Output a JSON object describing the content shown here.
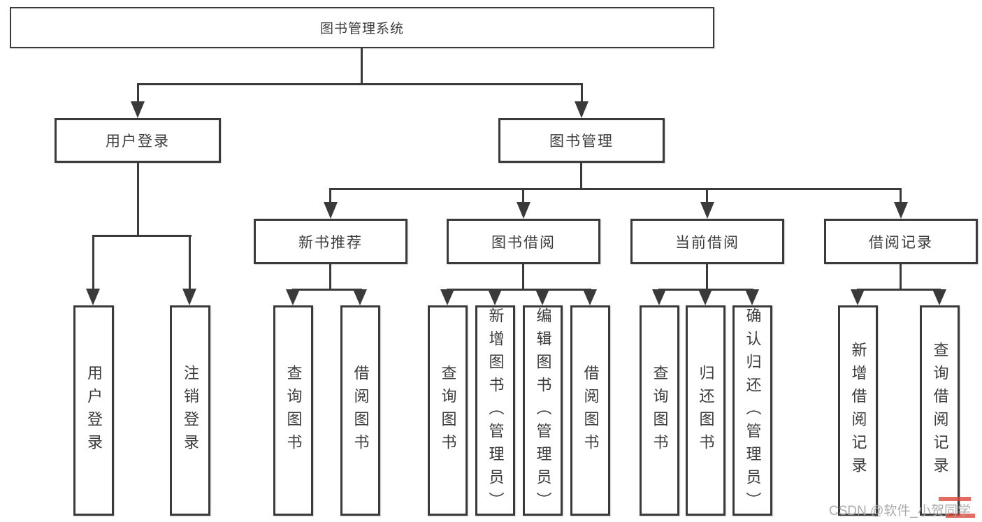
{
  "diagram": {
    "root": {
      "label": "图书管理系统"
    },
    "branches": [
      {
        "label": "用户登录",
        "children": [
          {
            "label": "用户登录"
          },
          {
            "label": "注销登录"
          }
        ]
      },
      {
        "label": "图书管理",
        "children": [
          {
            "label": "新书推荐",
            "children": [
              {
                "label": "查询图书"
              },
              {
                "label": "借阅图书"
              }
            ]
          },
          {
            "label": "图书借阅",
            "children": [
              {
                "label": "查询图书"
              },
              {
                "label": "新增图书（管理员）"
              },
              {
                "label": "编辑图书（管理员）"
              },
              {
                "label": "借阅图书"
              }
            ]
          },
          {
            "label": "当前借阅",
            "children": [
              {
                "label": "查询图书"
              },
              {
                "label": "归还图书"
              },
              {
                "label": "确认归还（管理员）"
              }
            ]
          },
          {
            "label": "借阅记录",
            "children": [
              {
                "label": "新增借阅记录"
              },
              {
                "label": "查询借阅记录"
              }
            ]
          }
        ]
      }
    ]
  },
  "watermark": {
    "text": "CSDN @软件_小贺同学"
  },
  "colors": {
    "line": "#3a3a3a",
    "text": "#3b3b3b",
    "background": "#ffffff",
    "watermark": "#a6a6a6",
    "watermark_accent": "#dd4639"
  }
}
